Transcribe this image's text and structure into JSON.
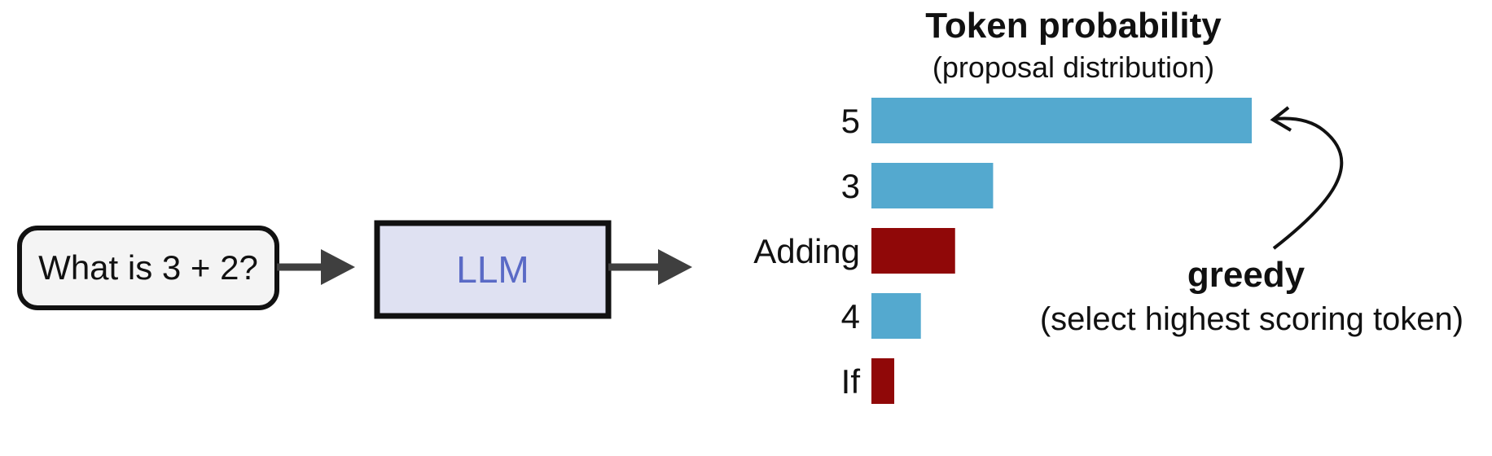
{
  "input_box": {
    "text": "What is 3 + 2?"
  },
  "model_box": {
    "text": "LLM"
  },
  "distribution": {
    "title": "Token probability",
    "subtitle": "(proposal distribution)",
    "bars": [
      {
        "token": "5",
        "value": 1.0,
        "color": "#54a9cf"
      },
      {
        "token": "3",
        "value": 0.32,
        "color": "#54a9cf"
      },
      {
        "token": "Adding",
        "value": 0.22,
        "color": "#900808"
      },
      {
        "token": "4",
        "value": 0.13,
        "color": "#54a9cf"
      },
      {
        "token": "If",
        "value": 0.06,
        "color": "#900808"
      }
    ]
  },
  "annotation": {
    "title": "greedy",
    "subtitle": "(select highest scoring token)"
  },
  "colors": {
    "input_fill": "#f4f4f4",
    "model_fill": "#dfe1f2",
    "model_text": "#5a6ac6",
    "arrow": "#3f3f3f",
    "outline": "#111111"
  }
}
